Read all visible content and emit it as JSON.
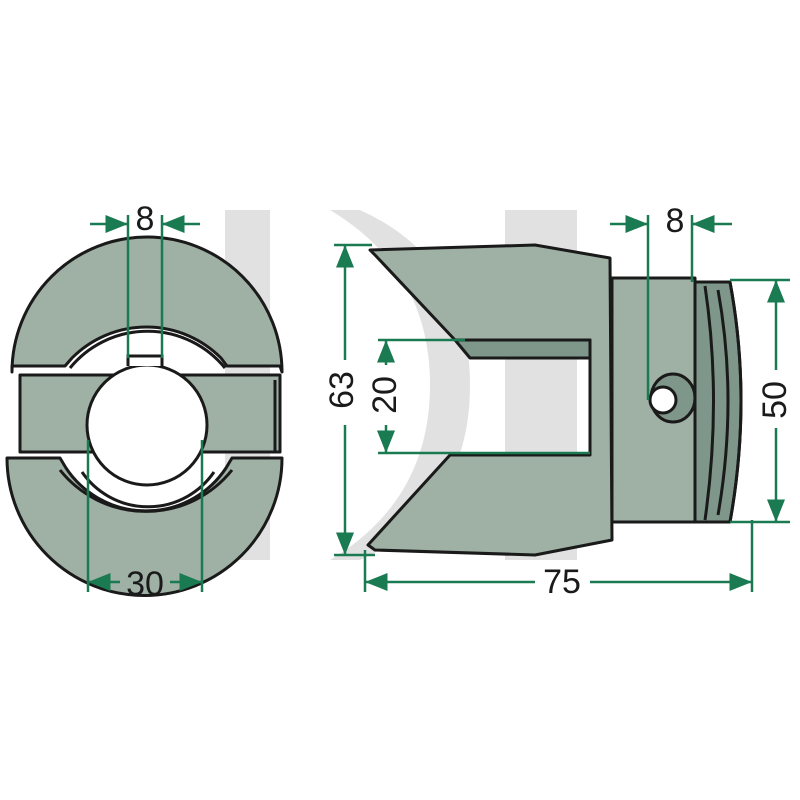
{
  "colors": {
    "part_fill": "#9fb0a4",
    "part_shadow": "#7f968a",
    "outline": "#1a1a1a",
    "dimension_line": "#1a7a52",
    "watermark": "#c8c8c8"
  },
  "dimensions": {
    "front_view": {
      "slot_width": "8",
      "bore_diameter": "30"
    },
    "side_view": {
      "overall_height": "63",
      "slot_height": "20",
      "hole_diameter": "8",
      "collar_diameter": "50",
      "overall_length": "75"
    }
  }
}
